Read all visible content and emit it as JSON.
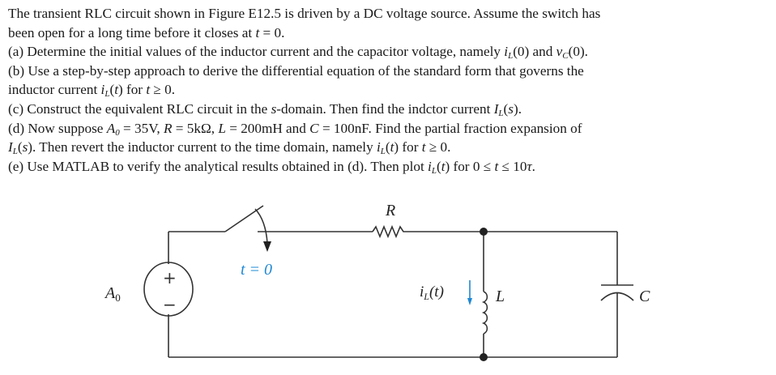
{
  "problem": {
    "lines": [
      [
        [
          "n",
          "The transient RLC circuit shown in Figure E12.5 is driven by a DC voltage source. Assume the switch has"
        ]
      ],
      [
        [
          "n",
          "been open for a long time before it closes at "
        ],
        [
          "i",
          "t"
        ],
        [
          "n",
          " = 0."
        ]
      ],
      [
        [
          "n",
          "(a) Determine the initial values of the inductor current and the capacitor voltage, namely "
        ],
        [
          "i",
          "i"
        ],
        [
          "sub",
          "L"
        ],
        [
          "n",
          "(0) and "
        ],
        [
          "i",
          "v"
        ],
        [
          "sub",
          "C"
        ],
        [
          "n",
          "(0)."
        ]
      ],
      [
        [
          "n",
          "(b) Use a step-by-step approach to derive the differential equation of the standard form that governs the"
        ]
      ],
      [
        [
          "n",
          "inductor current "
        ],
        [
          "i",
          "i"
        ],
        [
          "sub",
          "L"
        ],
        [
          "n",
          "("
        ],
        [
          "i",
          "t"
        ],
        [
          "n",
          ") for "
        ],
        [
          "i",
          "t"
        ],
        [
          "n",
          " ≥ 0."
        ]
      ],
      [
        [
          "n",
          "(c) Construct the equivalent RLC circuit in the "
        ],
        [
          "i",
          "s"
        ],
        [
          "n",
          "-domain. Then find the indctor current "
        ],
        [
          "i",
          "I"
        ],
        [
          "sub",
          "L"
        ],
        [
          "n",
          "("
        ],
        [
          "i",
          "s"
        ],
        [
          "n",
          ")."
        ]
      ],
      [
        [
          "n",
          "(d) Now suppose "
        ],
        [
          "i",
          "A"
        ],
        [
          "sub",
          "0"
        ],
        [
          "n",
          " = 35V, "
        ],
        [
          "i",
          "R"
        ],
        [
          "n",
          " = 5kΩ, "
        ],
        [
          "i",
          "L"
        ],
        [
          "n",
          " = 200mH and "
        ],
        [
          "i",
          "C"
        ],
        [
          "n",
          " = 100nF. Find the partial fraction expansion of"
        ]
      ],
      [
        [
          "i",
          "I"
        ],
        [
          "sub",
          "L"
        ],
        [
          "n",
          "("
        ],
        [
          "i",
          "s"
        ],
        [
          "n",
          "). Then revert the inductor current to the time domain, namely "
        ],
        [
          "i",
          "i"
        ],
        [
          "sub",
          "L"
        ],
        [
          "n",
          "("
        ],
        [
          "i",
          "t"
        ],
        [
          "n",
          ") for "
        ],
        [
          "i",
          "t"
        ],
        [
          "n",
          " ≥ 0."
        ]
      ],
      [
        [
          "n",
          "(e) Use MATLAB to verify the analytical results obtained in (d). Then plot "
        ],
        [
          "i",
          "i"
        ],
        [
          "sub",
          "L"
        ],
        [
          "n",
          "("
        ],
        [
          "i",
          "t"
        ],
        [
          "n",
          ") for 0 ≤ "
        ],
        [
          "i",
          "t"
        ],
        [
          "n",
          " ≤ 10"
        ],
        [
          "i",
          "τ"
        ],
        [
          "n",
          "."
        ]
      ]
    ]
  },
  "circuit": {
    "source_label": "A",
    "source_label_sub": "0",
    "source_plus": "+",
    "source_minus": "−",
    "switch_label": "t = 0",
    "resistor_label": "R",
    "inductor_current_label": "i",
    "inductor_current_sub": "L",
    "inductor_current_arg": "(t)",
    "inductor_label": "L",
    "capacitor_label": "C",
    "colors": {
      "wire": "#333333",
      "annotation": "#1e88d4"
    }
  }
}
